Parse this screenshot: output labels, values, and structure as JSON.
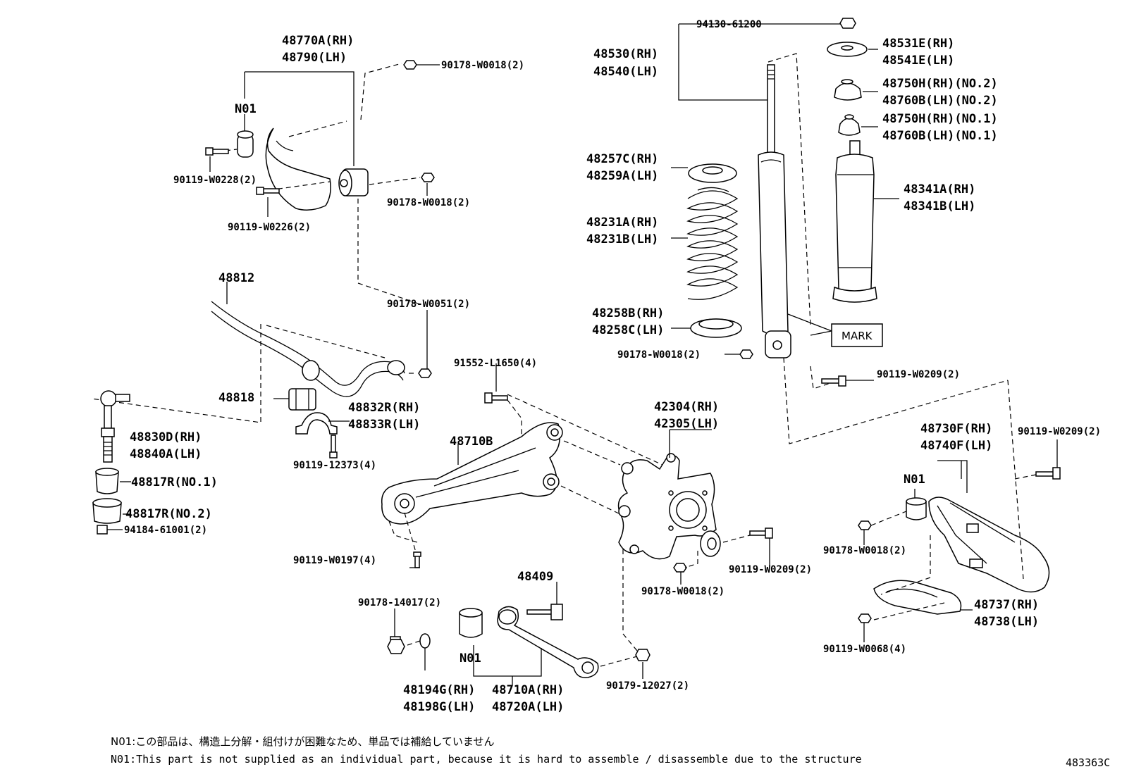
{
  "drawing_id": "483363C",
  "callouts": {
    "p48770A": "48770A(RH)",
    "p48790": "48790(LH)",
    "n01_a": "N01",
    "p90178_W0018_a": "90178-W0018(2)",
    "p90119_W0228": "90119-W0228(2)",
    "p90178_W0018_b": "90178-W0018(2)",
    "p90119_W0226": "90119-W0226(2)",
    "p94130": "94130-61200",
    "p48530": "48530(RH)",
    "p48540": "48540(LH)",
    "p48531E": "48531E(RH)",
    "p48541E": "48541E(LH)",
    "p48750H_2": "48750H(RH)(NO.2)",
    "p48760B_2": "48760B(LH)(NO.2)",
    "p48750H_1": "48750H(RH)(NO.1)",
    "p48760B_1": "48760B(LH)(NO.1)",
    "p48257C": "48257C(RH)",
    "p48259A": "48259A(LH)",
    "p48341A": "48341A(RH)",
    "p48341B": "48341B(LH)",
    "p48231A": "48231A(RH)",
    "p48231B": "48231B(LH)",
    "p48258B": "48258B(RH)",
    "p48258C": "48258C(LH)",
    "mark": "MARK",
    "p90178_W0018_c": "90178-W0018(2)",
    "p90119_W0209_a": "90119-W0209(2)",
    "p48812": "48812",
    "p90178_W0051": "90178-W0051(2)",
    "p91552": "91552-L1650(4)",
    "p48818": "48818",
    "p48832R": "48832R(RH)",
    "p48833R": "48833R(LH)",
    "p48830D": "48830D(RH)",
    "p48840A": "48840A(LH)",
    "p48710B": "48710B",
    "p42304": "42304(RH)",
    "p42305": "42305(LH)",
    "p48730F": "48730F(RH)",
    "p48740F": "48740F(LH)",
    "p90119_W0209_b": "90119-W0209(2)",
    "n01_b": "N01",
    "p90119_12373": "90119-12373(4)",
    "p48817R_1": "48817R(NO.1)",
    "p48817R_2": "48817R(NO.2)",
    "p94184": "94184-61001(2)",
    "p90119_W0197": "90119-W0197(4)",
    "p90178_W0018_d": "90178-W0018(2)",
    "p90119_W0209_c": "90119-W0209(2)",
    "p90178_W0018_e": "90178-W0018(2)",
    "p48409": "48409",
    "p90178_14017": "90178-14017(2)",
    "p48737": "48737(RH)",
    "p48738": "48738(LH)",
    "p90119_W0068": "90119-W0068(4)",
    "n01_c": "N01",
    "p90179_12027": "90179-12027(2)",
    "p48194G": "48194G(RH)",
    "p48198G": "48198G(LH)",
    "p48710A": "48710A(RH)",
    "p48720A": "48720A(LH)"
  },
  "notes": {
    "jp": "N01:この部品は、構造上分解・組付けが困難なため、単品では補給していません",
    "en": "N01:This part is not supplied as an individual part, because it is hard to assemble / disassemble due to the structure"
  }
}
